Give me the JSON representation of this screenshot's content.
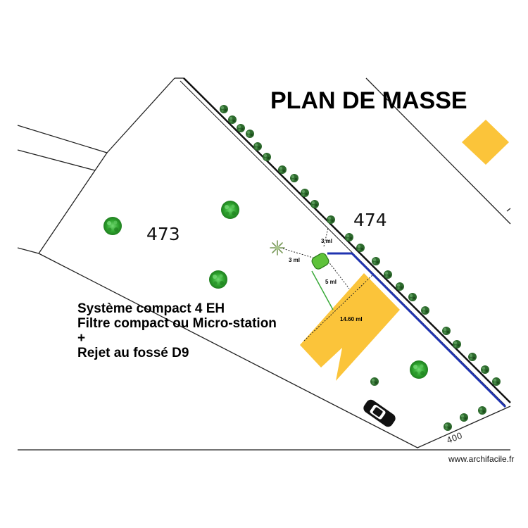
{
  "title": "PLAN DE MASSE",
  "parcels": {
    "main": "473",
    "neighbor": "474"
  },
  "dimensions": {
    "house_length": "14.60 ml",
    "dist_top": "3 ml",
    "dist_left": "3 ml",
    "dist_down": "5 ml",
    "road_edge": "400"
  },
  "notes": [
    "Système compact 4 EH",
    "Filtre compact ou Micro-station",
    "+",
    "Rejet au fossé D9"
  ],
  "credit": "www.archifacile.fr",
  "colors": {
    "building": "#fbc43a",
    "drain_pipe": "#1f33b0",
    "treatment_unit": "#5ec23a",
    "hedge": "#2e7d32",
    "large_tree": "#35b035"
  },
  "icons": [
    "small-tree-icon",
    "large-tree-icon",
    "car-icon",
    "septic-tank-icon",
    "shrub-icon"
  ]
}
